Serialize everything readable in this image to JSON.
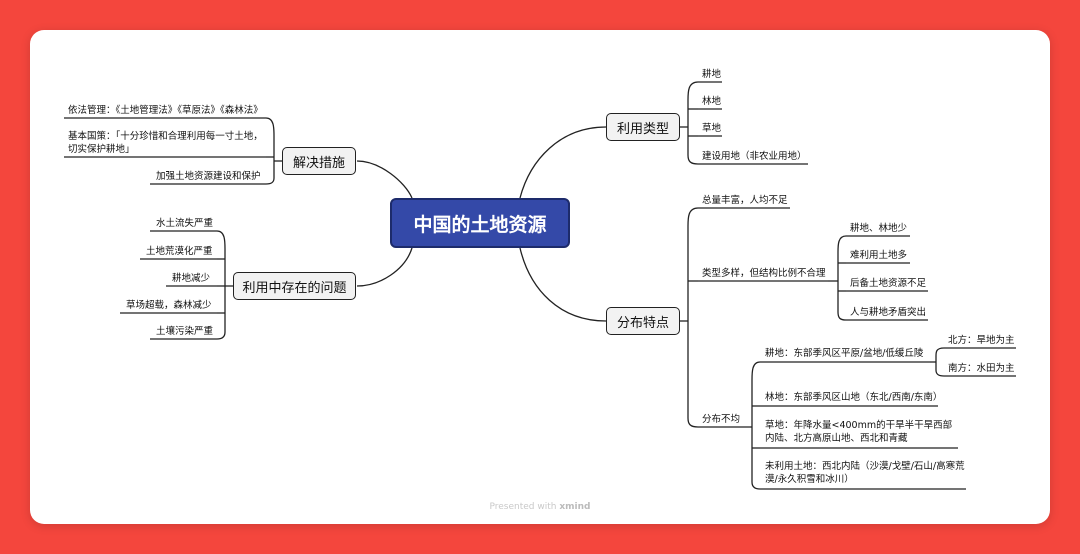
{
  "root": "中国的土地资源",
  "use_types": {
    "label": "利用类型",
    "items": [
      "耕地",
      "林地",
      "草地",
      "建设用地（非农业用地）"
    ]
  },
  "distribution": {
    "label": "分布特点",
    "total": "总量丰富，人均不足",
    "variety": {
      "label": "类型多样，但结构比例不合理",
      "items": [
        "耕地、林地少",
        "难利用土地多",
        "后备土地资源不足",
        "人与耕地矛盾突出"
      ]
    },
    "uneven": {
      "label": "分布不均",
      "farmland": {
        "label": "耕地：东部季风区平原/盆地/低缓丘陵",
        "north": "北方：旱地为主",
        "south": "南方：水田为主"
      },
      "forest": "林地：东部季风区山地（东北/西南/东南）",
      "grass": "草地：年降水量<400mm的干旱半干旱西部内陆、北方高原山地、西北和青藏",
      "unused": "未利用土地：西北内陆（沙漠/戈壁/石山/高寒荒漠/永久积雪和冰川）"
    }
  },
  "measures": {
    "label": "解决措施",
    "items": [
      "依法管理：《土地管理法》《草原法》《森林法》",
      "基本国策：「十分珍惜和合理利用每一寸土地，切实保护耕地」",
      "加强土地资源建设和保护"
    ]
  },
  "problems": {
    "label": "利用中存在的问题",
    "items": [
      "水土流失严重",
      "土地荒漠化严重",
      "耕地减少",
      "草场超载，森林减少",
      "土壤污染严重"
    ]
  },
  "footer": {
    "prefix": "Presented with",
    "brand": "xmind"
  },
  "colors": {
    "background": "#f4463d",
    "root": "#3449a8",
    "node": "#f2f2f2",
    "line": "#222222"
  }
}
